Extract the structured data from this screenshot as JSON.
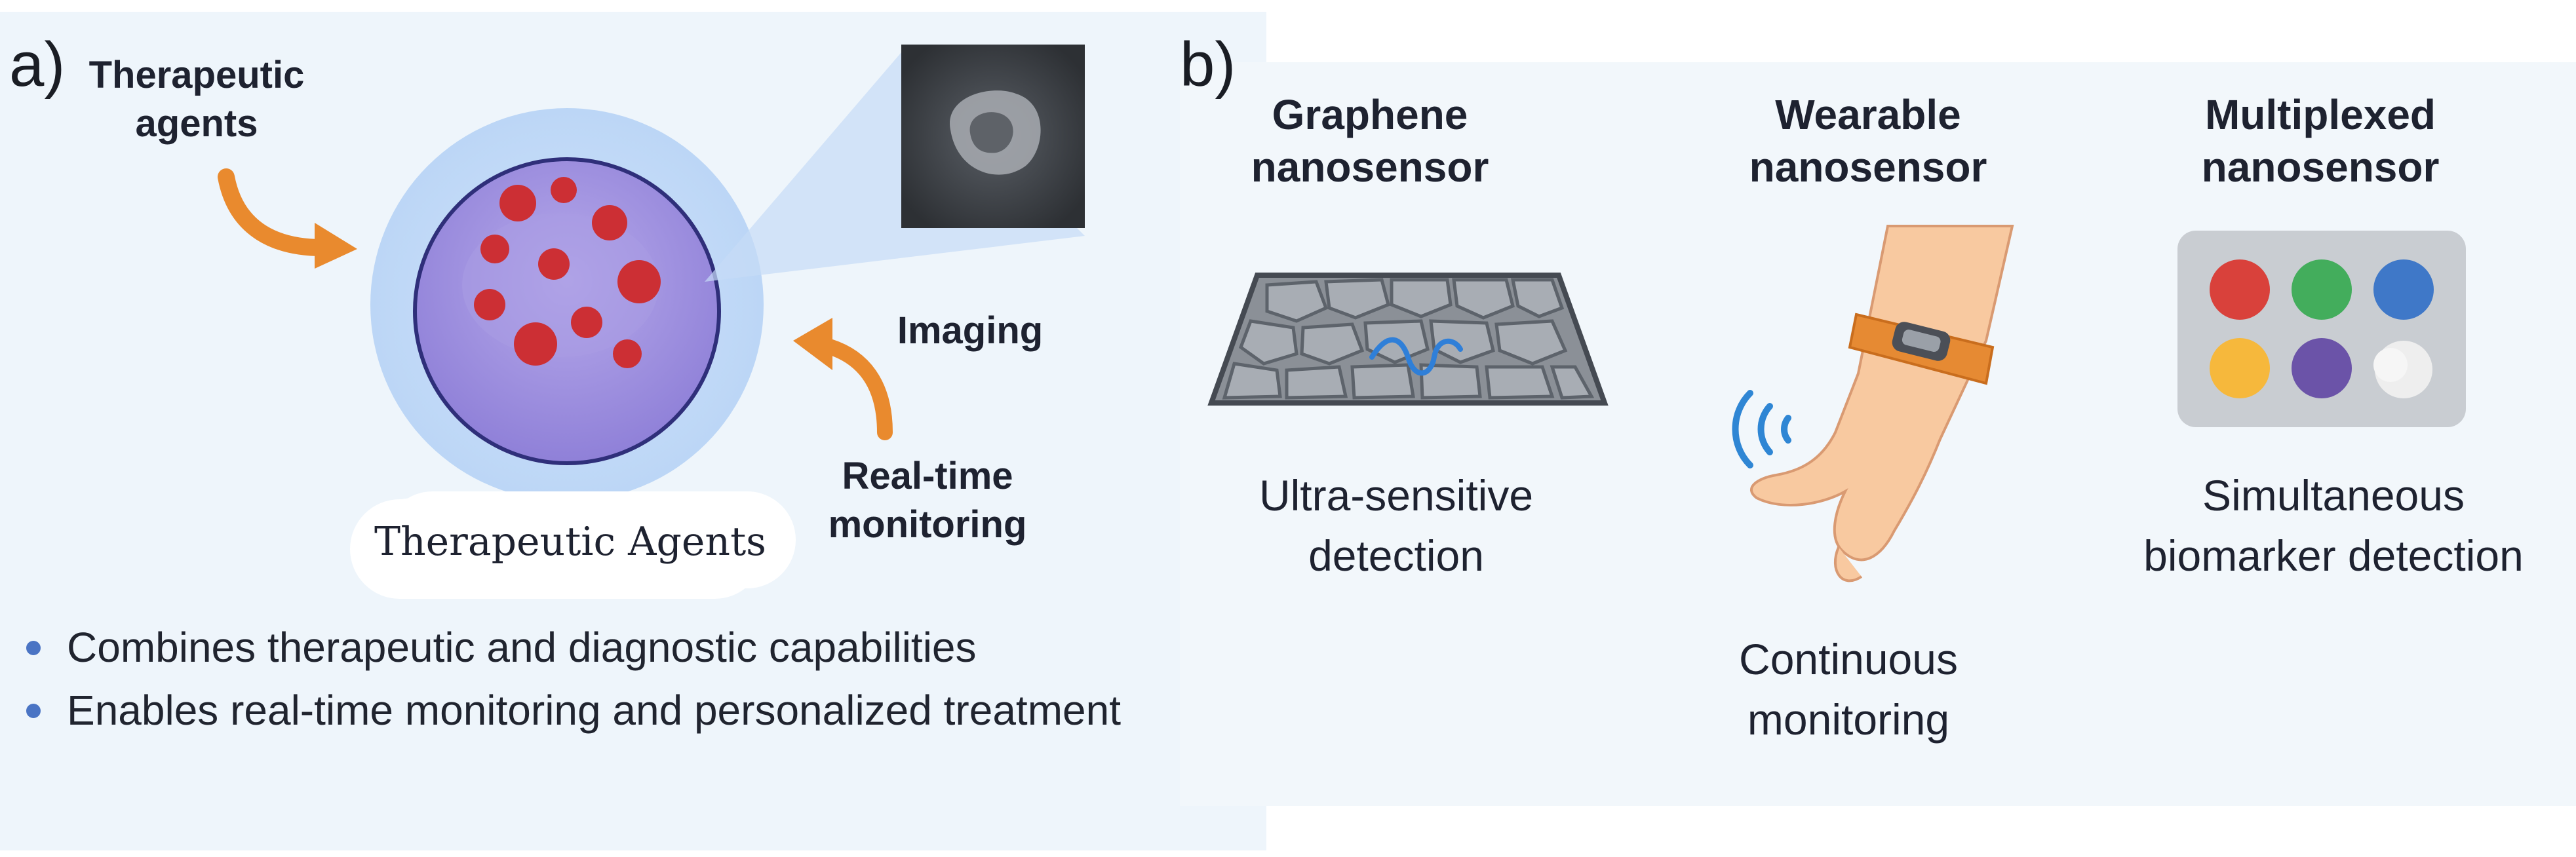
{
  "panel_a": {
    "letter": "a)",
    "therapeutic_agents_label": [
      "Therapeutic",
      "agents"
    ],
    "imaging_label": "Imaging",
    "realtime_label": [
      "Real-time",
      "monitoring"
    ],
    "cloud_label": "Therapeutic Agents",
    "bullets": [
      "Combines therapeutic and diagnostic capabilities",
      "Enables real-time monitoring and personalized treatment"
    ],
    "colors": {
      "accent_orange": "#e98a2e",
      "particle_red": "#cc2f34",
      "bullet_blue": "#4a74c4"
    }
  },
  "panel_b": {
    "letter": "b)",
    "sensors": [
      {
        "title": [
          "Graphene",
          "nanosensor"
        ],
        "caption": [
          "Ultra-sensitive",
          "detection"
        ]
      },
      {
        "title": [
          "Wearable",
          "nanosensor"
        ],
        "caption": [
          "Continuous",
          "monitoring"
        ]
      },
      {
        "title": [
          "Multiplexed",
          "nanosensor"
        ],
        "caption": [
          "Simultaneous",
          "biomarker detection"
        ]
      }
    ],
    "multiplex_dot_colors": [
      "#d9413b",
      "#43ad5c",
      "#3f78c8",
      "#f6b83c",
      "#6b53a8",
      "#f1f1f1"
    ]
  }
}
